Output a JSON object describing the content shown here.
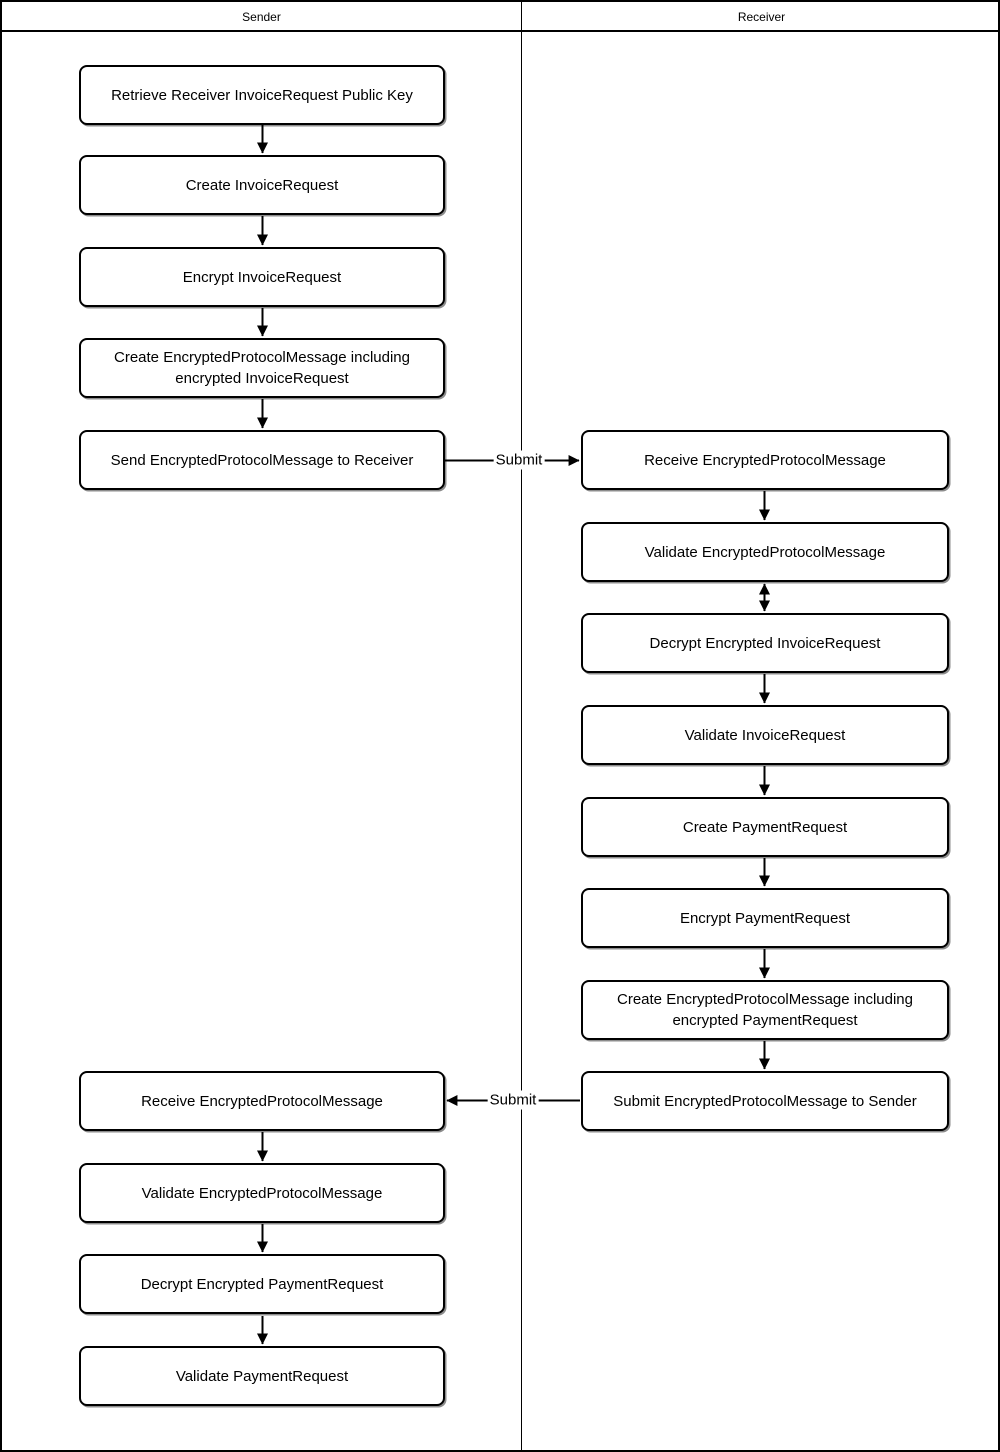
{
  "lanes": [
    {
      "label": "Sender"
    },
    {
      "label": "Receiver"
    }
  ],
  "nodes": {
    "sender": [
      {
        "label": "Retrieve Receiver InvoiceRequest Public Key"
      },
      {
        "label": "Create InvoiceRequest"
      },
      {
        "label": "Encrypt InvoiceRequest"
      },
      {
        "label": "Create EncryptedProtocolMessage including encrypted InvoiceRequest"
      },
      {
        "label": "Send EncryptedProtocolMessage to Receiver"
      },
      {
        "label": "Receive EncryptedProtocolMessage"
      },
      {
        "label": "Validate EncryptedProtocolMessage"
      },
      {
        "label": "Decrypt Encrypted PaymentRequest"
      },
      {
        "label": "Validate PaymentRequest"
      }
    ],
    "receiver": [
      {
        "label": "Receive EncryptedProtocolMessage"
      },
      {
        "label": "Validate EncryptedProtocolMessage"
      },
      {
        "label": "Decrypt Encrypted InvoiceRequest"
      },
      {
        "label": "Validate InvoiceRequest"
      },
      {
        "label": "Create PaymentRequest"
      },
      {
        "label": "Encrypt PaymentRequest"
      },
      {
        "label": "Create EncryptedProtocolMessage including encrypted PaymentRequest"
      },
      {
        "label": "Submit EncryptedProtocolMessage to Sender"
      }
    ]
  },
  "edges": [
    {
      "label": "Submit"
    },
    {
      "label": "Submit"
    }
  ],
  "colors": {
    "stroke": "#000000",
    "background": "#ffffff"
  }
}
